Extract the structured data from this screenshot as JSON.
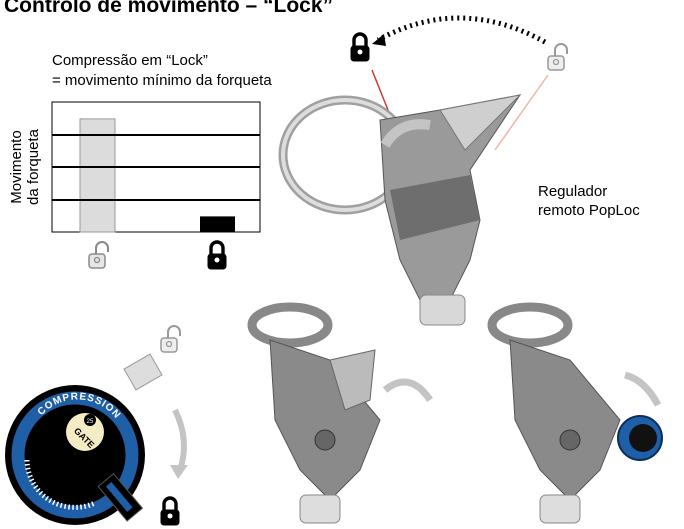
{
  "title": "Controlo de movimento – “Lock”",
  "chart": {
    "subtitle_line1": "Compressão em “Lock”",
    "subtitle_line2": "= movimento mínimo da forqueta",
    "ylabel_line1": "Movimento",
    "ylabel_line2": "da forqueta"
  },
  "chart_data": {
    "type": "bar",
    "categories": [
      "unlock-icon",
      "lock-icon"
    ],
    "values": [
      87,
      12
    ],
    "ylim": [
      0,
      100
    ],
    "ylabel": "Movimento da forqueta",
    "title": "Compressão em “Lock” = movimento mínimo da forqueta",
    "grid": true,
    "colors": [
      "#dcdcdc",
      "#000000"
    ]
  },
  "remote_label_line1": "Regulador",
  "remote_label_line2": "remoto PopLoc",
  "dial": {
    "ring_text": "COMPRESSION",
    "center_text": "GATE",
    "badge_text": "25",
    "accent": "#1f5fa8"
  },
  "colors": {
    "lever_gray": "#8a8a8a",
    "arrow_gray": "#c4c4c4",
    "locked_line": "#d23a2a",
    "unlocked_line": "#f2b5a0"
  }
}
